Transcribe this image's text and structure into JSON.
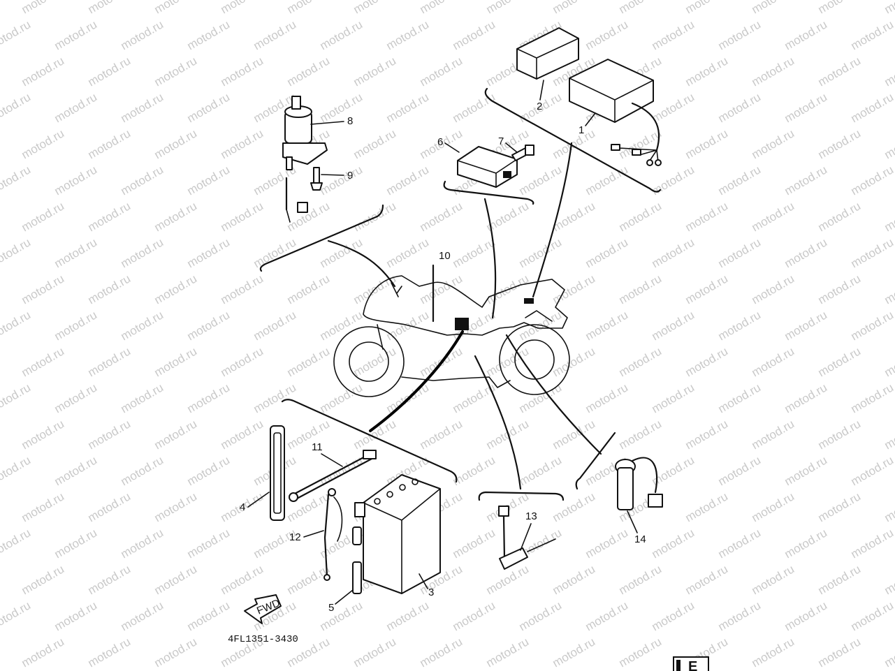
{
  "watermark": "motod.ru",
  "part_numbers": [
    "1",
    "2",
    "3",
    "4",
    "5",
    "6",
    "7",
    "8",
    "9",
    "10",
    "11",
    "12",
    "13",
    "14"
  ],
  "arrow_label": "FWD",
  "diagram_code": "4FL1351-3430",
  "corner_badge": "E"
}
